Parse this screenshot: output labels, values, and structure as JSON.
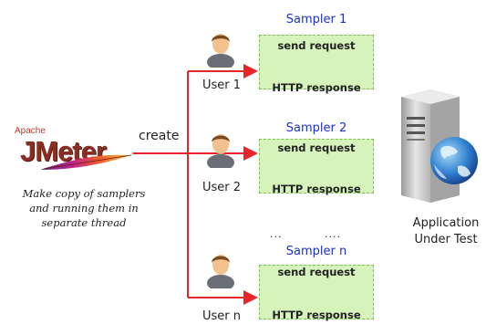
{
  "logo": {
    "apache_text": "Apache",
    "name": "JMeter"
  },
  "caption_lines": [
    "Make copy of samplers",
    "and running them in",
    "separate thread"
  ],
  "create_label": "create",
  "users": [
    {
      "label": "User 1",
      "sampler_title": "Sampler 1",
      "send_label": "send request",
      "response_label": "HTTP response"
    },
    {
      "label": "User 2",
      "sampler_title": "Sampler 2",
      "send_label": "send request",
      "response_label": "HTTP response"
    },
    {
      "label": "User n",
      "sampler_title": "Sampler n",
      "send_label": "send request",
      "response_label": "HTTP response"
    }
  ],
  "ellipsis": [
    "...",
    "...."
  ],
  "server_label_lines": [
    "Application",
    "Under Test"
  ],
  "colors": {
    "connector": "#e8262a",
    "box_fill": "#d5f3ba",
    "box_border": "#7fbf57",
    "sampler_title": "#1c2fd0"
  }
}
